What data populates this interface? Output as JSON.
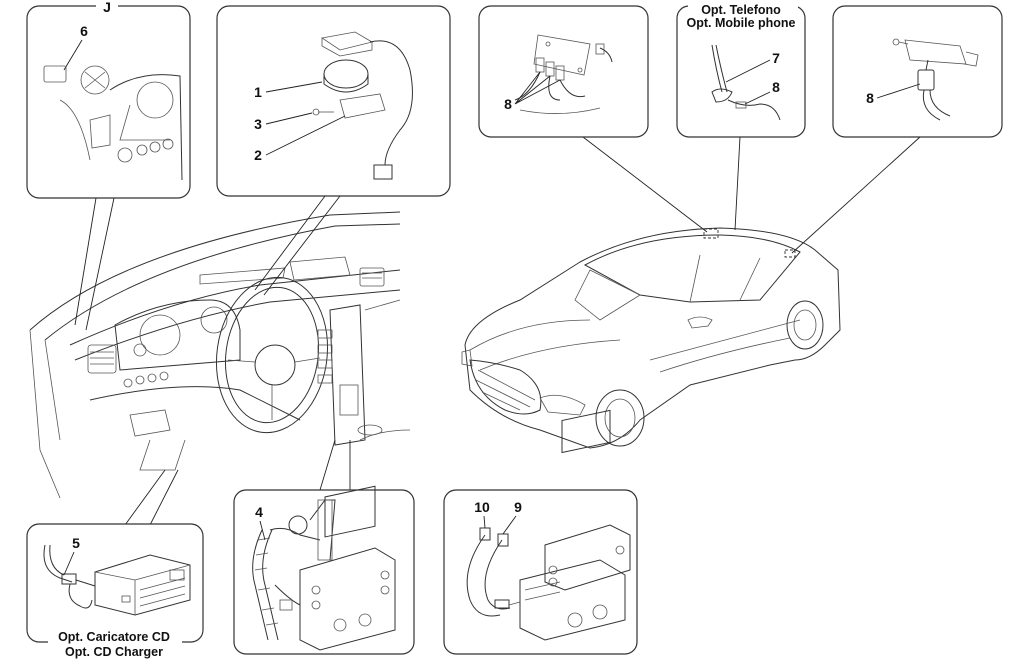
{
  "callouts": {
    "j": "J",
    "c1": "1",
    "c2": "2",
    "c3": "3",
    "c4": "4",
    "c5": "5",
    "c6": "6",
    "c7": "7",
    "c8a": "8",
    "c8b": "8",
    "c8c": "8",
    "c9": "9",
    "c10": "10"
  },
  "captions": {
    "phone_it": "Opt. Telefono",
    "phone_en": "Opt. Mobile phone",
    "cd_it": "Opt. Caricatore CD",
    "cd_en": "Opt. CD Charger"
  }
}
